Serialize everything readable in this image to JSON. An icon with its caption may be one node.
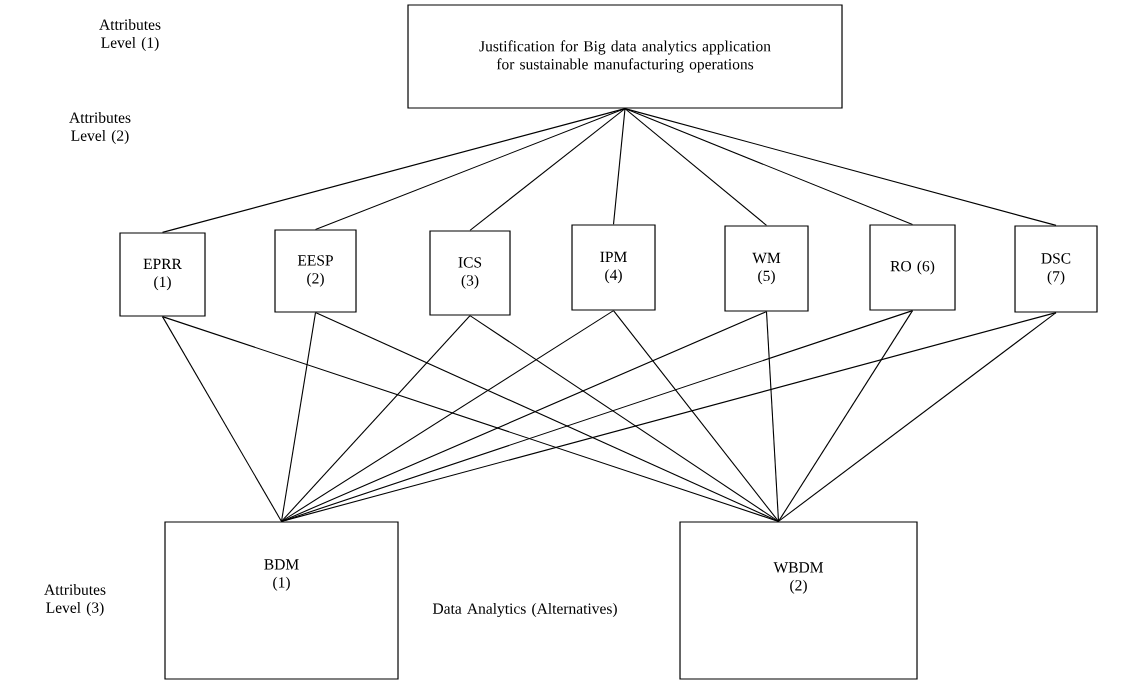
{
  "diagram": {
    "nodes": [
      {
        "text": [
          "Justification for Big data analytics application for sustainable manufacturing operations"
        ]
      },
      {
        "text": [
          "EPRR (1)"
        ]
      },
      {
        "text": [
          "EESP (2)"
        ]
      },
      {
        "text": [
          "ICS (3)"
        ]
      },
      {
        "text": [
          "IPM (4)"
        ]
      },
      {
        "text": [
          "WM (5)"
        ]
      },
      {
        "text": [
          "RO (6)"
        ]
      },
      {
        "text": [
          "DSC (7)"
        ]
      },
      {
        "text": [
          "BDM (1)"
        ]
      },
      {
        "text": [
          "WBDM (2)"
        ]
      }
    ],
    "edges": [
      {
        "from": 0,
        "to": 1,
        "arrow": "none"
      },
      {
        "from": 0,
        "to": 2,
        "arrow": "none"
      },
      {
        "from": 0,
        "to": 3,
        "arrow": "none"
      },
      {
        "from": 0,
        "to": 4,
        "arrow": "none"
      },
      {
        "from": 0,
        "to": 5,
        "arrow": "none"
      },
      {
        "from": 0,
        "to": 6,
        "arrow": "none"
      },
      {
        "from": 0,
        "to": 7,
        "arrow": "none"
      },
      {
        "from": 1,
        "to": 8,
        "arrow": "none"
      },
      {
        "from": 1,
        "to": 9,
        "arrow": "none"
      },
      {
        "from": 2,
        "to": 8,
        "arrow": "none"
      },
      {
        "from": 2,
        "to": 9,
        "arrow": "none"
      },
      {
        "from": 3,
        "to": 8,
        "arrow": "none"
      },
      {
        "from": 3,
        "to": 9,
        "arrow": "none"
      },
      {
        "from": 4,
        "to": 8,
        "arrow": "none"
      },
      {
        "from": 4,
        "to": 9,
        "arrow": "none"
      },
      {
        "from": 5,
        "to": 8,
        "arrow": "none"
      },
      {
        "from": 5,
        "to": 9,
        "arrow": "none"
      },
      {
        "from": 6,
        "to": 8,
        "arrow": "none"
      },
      {
        "from": 6,
        "to": 9,
        "arrow": "none"
      },
      {
        "from": 7,
        "to": 8,
        "arrow": "none"
      },
      {
        "from": 7,
        "to": 9,
        "arrow": "none"
      }
    ],
    "labels": [
      "Attributes Level (1)",
      "Attributes Level (2)",
      "Attributes Level (3)",
      "Data Analytics (Alternatives)"
    ]
  }
}
